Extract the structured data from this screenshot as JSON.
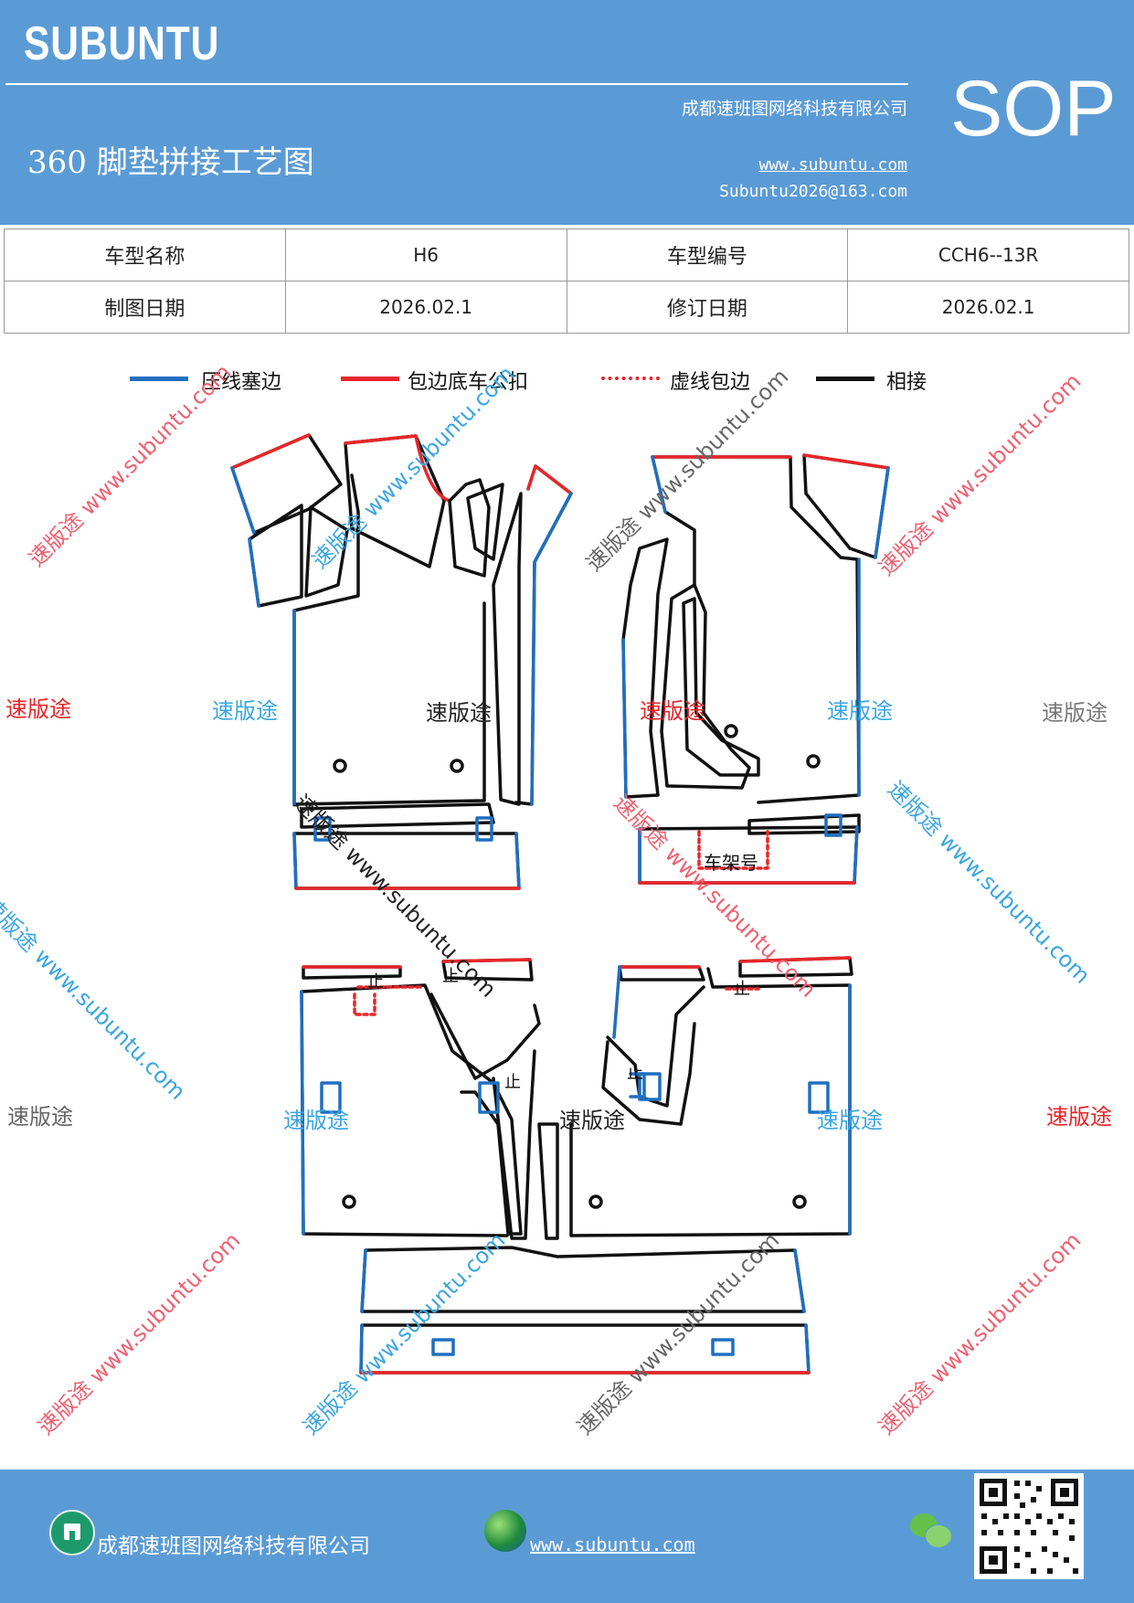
{
  "header": {
    "logo": "SUBUNTU",
    "company": "成都速班图网络科技有限公司",
    "title": "360 脚垫拼接工艺图",
    "url": "www.subuntu.com",
    "email": "Subuntu2026@163.com",
    "badge": "SOP"
  },
  "info_table": {
    "rows": [
      {
        "label1": "车型名称",
        "value1": "H6",
        "label2": "车型编号",
        "value2": "CCH6--13R"
      },
      {
        "label1": "制图日期",
        "value1": "2026.02.1",
        "label2": "修订日期",
        "value2": "2026.02.1"
      }
    ]
  },
  "legend": [
    {
      "label": "压线塞边",
      "color": "#1f6fc0",
      "style": "solid"
    },
    {
      "label": "包边底车公扣",
      "color": "#e8262a",
      "style": "solid"
    },
    {
      "label": "虚线包边",
      "color": "#e8262a",
      "style": "dotted"
    },
    {
      "label": "相接",
      "color": "#111111",
      "style": "solid"
    }
  ],
  "diagram": {
    "frame_label": "车架号",
    "stop_mark": "止"
  },
  "watermarks": {
    "brand": "速版途",
    "diag": "速版途 www.subuntu.com",
    "diag_alt": "www.subuntu.com"
  },
  "footer": {
    "company": "成都速班图网络科技有限公司",
    "url": "www.subuntu.com"
  },
  "colors": {
    "header_bg": "#5b9bd5",
    "blue_line": "#1f6fc0",
    "red_line": "#e8262a",
    "black_line": "#111111"
  }
}
